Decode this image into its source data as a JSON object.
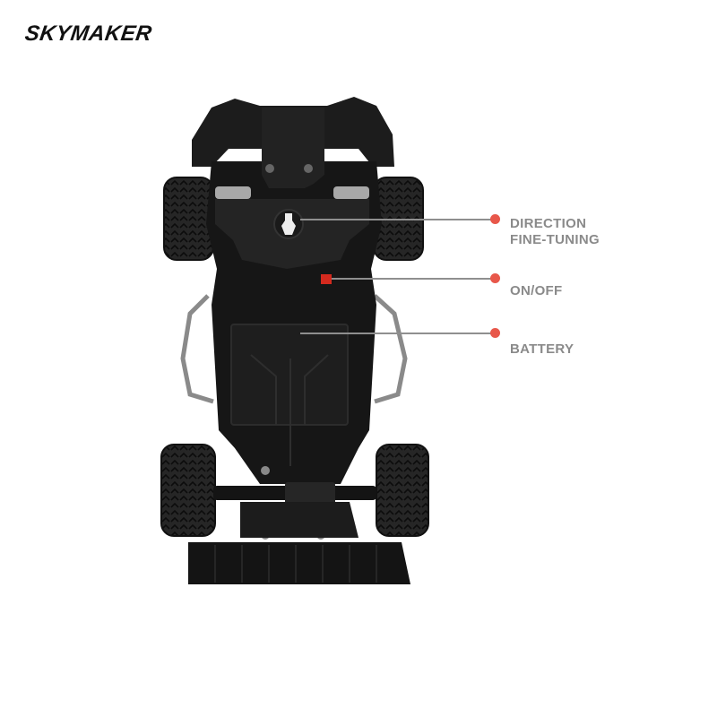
{
  "brand": {
    "logo_text": "SKYMAKER",
    "accent_color": "#d42a1e"
  },
  "product": {
    "description": "RC car chassis, underside view"
  },
  "callouts": [
    {
      "label": "DIRECTION\nFINE-TUNING",
      "dot_color": "#e8574a"
    },
    {
      "label": "ON/OFF",
      "dot_color": "#e8574a"
    },
    {
      "label": "BATTERY",
      "dot_color": "#e8574a"
    }
  ]
}
